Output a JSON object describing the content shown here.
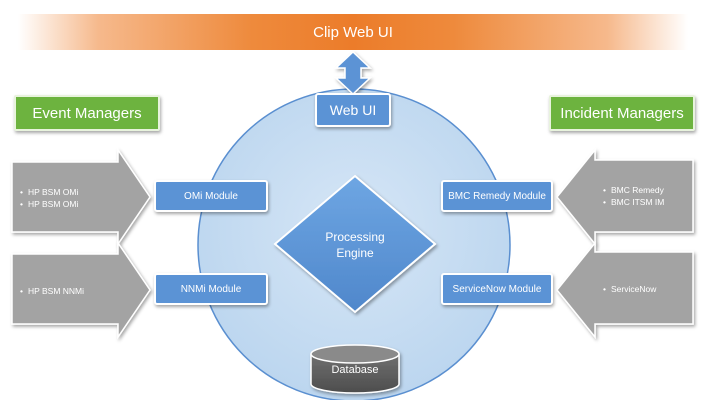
{
  "header": {
    "title": "Clip Web UI"
  },
  "center": {
    "web_ui": "Web UI",
    "engine": [
      "Processing",
      "Engine"
    ],
    "database": "Database"
  },
  "left": {
    "category": "Event Managers",
    "modules": [
      {
        "label": "OMi Module",
        "sources": [
          "HP BSM OMi",
          "HP BSM OMi"
        ]
      },
      {
        "label": "NNMi Module",
        "sources": [
          "HP BSM NNMi"
        ]
      }
    ]
  },
  "right": {
    "category": "Incident Managers",
    "modules": [
      {
        "label": "BMC Remedy Module",
        "sources": [
          "BMC Remedy",
          "BMC ITSM IM"
        ]
      },
      {
        "label": "ServiceNow Module",
        "sources": [
          "ServiceNow"
        ]
      }
    ]
  },
  "colors": {
    "header_orange": "#ec7c2a",
    "category_green": "#6db33f",
    "module_blue": "#5b93d5",
    "circle_fill": "#c6dcf1",
    "source_gray": "#a3a3a3",
    "database_gray": "#5f5f5f"
  }
}
